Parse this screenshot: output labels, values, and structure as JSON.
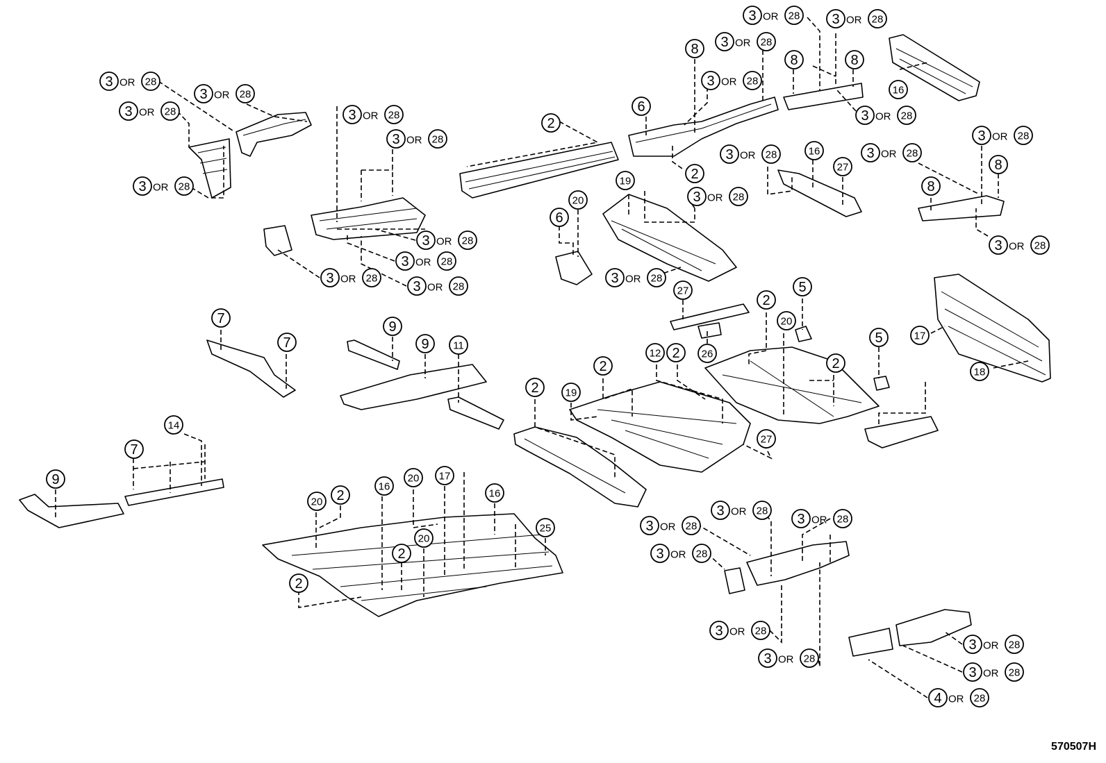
{
  "diagram_code": "570507H",
  "callouts": [
    {
      "a": "3",
      "b": "28"
    },
    {
      "a": "3",
      "b": "28"
    },
    {
      "a": "3",
      "b": "28"
    },
    {
      "a": "3",
      "b": "28"
    },
    {
      "a": "3",
      "b": "28"
    },
    {
      "a": "3",
      "b": "28"
    },
    {
      "a": "3",
      "b": "28"
    },
    {
      "a": "3",
      "b": "28"
    },
    {
      "a": "3",
      "b": "28"
    },
    {
      "a": "3",
      "b": "28"
    },
    {
      "a": "3",
      "b": "28"
    },
    {
      "a": "3",
      "b": "28"
    },
    {
      "a": "3",
      "b": "28"
    },
    {
      "a": "3",
      "b": "28"
    },
    {
      "a": "3",
      "b": "28"
    },
    {
      "a": "3",
      "b": "28"
    },
    {
      "a": "3",
      "b": "28"
    },
    {
      "a": "3",
      "b": "28"
    },
    {
      "a": "3",
      "b": "28"
    },
    {
      "a": "3",
      "b": "28"
    },
    {
      "a": "3",
      "b": "28"
    },
    {
      "a": "3",
      "b": "28"
    },
    {
      "a": "3",
      "b": "28"
    },
    {
      "a": "3",
      "b": "28"
    },
    {
      "a": "3",
      "b": "28"
    },
    {
      "a": "3",
      "b": "28"
    },
    {
      "a": "3",
      "b": "28"
    },
    {
      "a": "3",
      "b": "28"
    },
    {
      "a": "3",
      "b": "28"
    },
    {
      "a": "4",
      "b": "28"
    }
  ],
  "or_word": "OR",
  "numbers": [
    "2",
    "2",
    "2",
    "2",
    "2",
    "2",
    "2",
    "2",
    "2",
    "2",
    "5",
    "5",
    "6",
    "6",
    "7",
    "7",
    "7",
    "8",
    "8",
    "8",
    "8",
    "8",
    "9",
    "9",
    "9",
    "11",
    "12",
    "14",
    "16",
    "16",
    "16",
    "16",
    "17",
    "17",
    "18",
    "19",
    "19",
    "20",
    "20",
    "20",
    "20",
    "20",
    "25",
    "26",
    "27",
    "27",
    "27"
  ]
}
